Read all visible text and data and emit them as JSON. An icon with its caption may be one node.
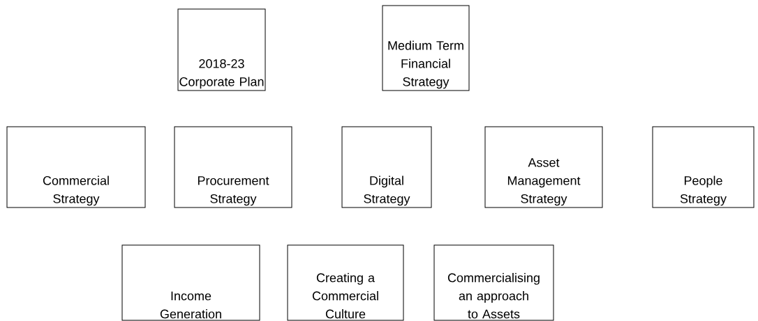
{
  "diagram": {
    "nodes": [
      {
        "text": [
          "2018-23 Corporate Plan"
        ]
      },
      {
        "text": [
          "Medium Term Financial Strategy"
        ]
      },
      {
        "text": [
          "Commercial Strategy"
        ]
      },
      {
        "text": [
          "Procurement Strategy"
        ]
      },
      {
        "text": [
          "Digital Strategy"
        ]
      },
      {
        "text": [
          "Asset Management Strategy"
        ]
      },
      {
        "text": [
          "People Strategy"
        ]
      },
      {
        "text": [
          "Income Generation"
        ]
      },
      {
        "text": [
          "Creating a Commercial Culture"
        ]
      },
      {
        "text": [
          "Commercialising an approach to Assets"
        ]
      }
    ]
  }
}
